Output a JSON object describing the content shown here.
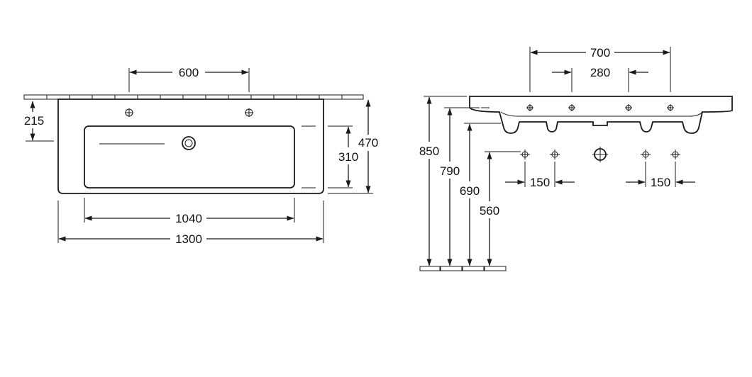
{
  "top_view": {
    "tap_spacing": "600",
    "front_to_taps": "215",
    "basin_inner_depth": "310",
    "overall_depth": "470",
    "basin_inner_width": "1040",
    "overall_width": "1300"
  },
  "side_view": {
    "outer_fixing_spacing": "700",
    "inner_fixing_spacing": "280",
    "rim_height": "850",
    "underside_height": "790",
    "bowl_bottom_height": "690",
    "waste_height": "560",
    "left_bolt_spacing": "150",
    "right_bolt_spacing": "150"
  },
  "colors": {
    "line": "#1a1a1a",
    "background": "#ffffff"
  }
}
